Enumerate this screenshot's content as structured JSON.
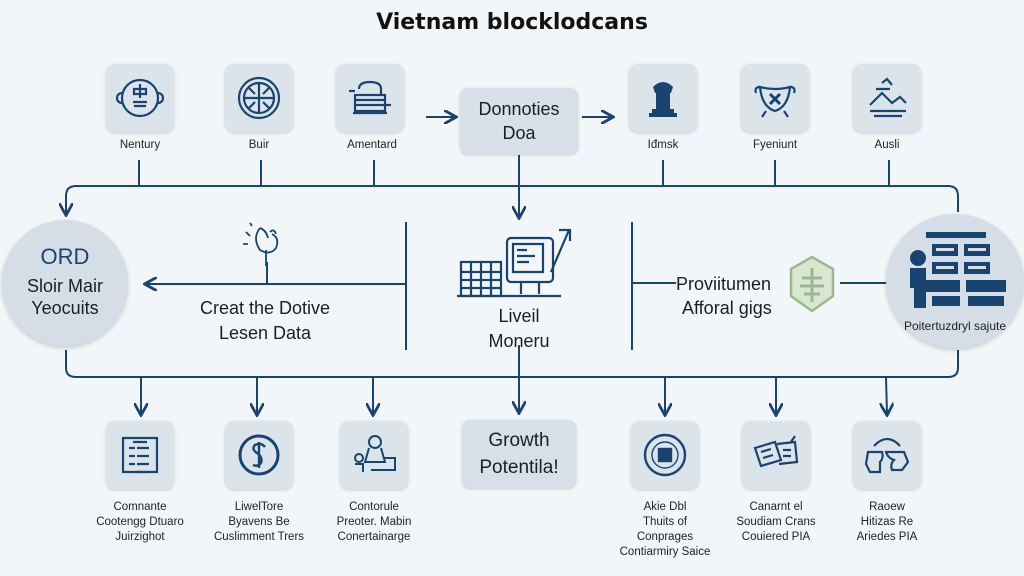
{
  "title": "Vietnam blocklodcans",
  "colors": {
    "line": "#1a4470",
    "tile_bg": "#dce4eb",
    "background": "#f3f6f9",
    "badge_green": "#9bb890"
  },
  "top_row": [
    {
      "label": "Nentury",
      "icon": "face-glyph-icon"
    },
    {
      "label": "Buir",
      "icon": "globe-grid-icon"
    },
    {
      "label": "Amentard",
      "icon": "machine-icon"
    },
    {
      "label": "Iđmsk",
      "icon": "pillar-emblem-icon"
    },
    {
      "label": "Fyeniunt",
      "icon": "pot-icon"
    },
    {
      "label": "Ausli",
      "icon": "landscape-icon"
    }
  ],
  "center_top_box": {
    "line1": "Donnoties",
    "line2": "Doa"
  },
  "left_circle": {
    "line1": "ORD",
    "line2": "Sloir Mair",
    "line3": "Yeocuits"
  },
  "left_mid": {
    "line1": "Creat the Dotive",
    "line2": "Lesen Data",
    "icon": "hand-sketch-icon"
  },
  "center_mid": {
    "line1": "Liveil",
    "line2": "Moneru",
    "icon": "computer-chart-icon"
  },
  "right_mid": {
    "line1": "Proviitumen",
    "line2": "Afforal gigs",
    "icon": "shield-badge-icon"
  },
  "right_circle": {
    "label": "Poitertuzdryl sajute",
    "icon": "person-board-icon"
  },
  "center_bottom_box": {
    "line1": "Growth",
    "line2": "Potentila!"
  },
  "bottom_row": [
    {
      "lines": [
        "Comnante",
        "Cootengg Dtuaro",
        "Juirzighot"
      ],
      "icon": "document-list-icon"
    },
    {
      "lines": [
        "LiwelTore",
        "Byavens Be",
        "Cuslimment Trers"
      ],
      "icon": "coin-icon"
    },
    {
      "lines": [
        "Contorule",
        "Preoter. Mabin",
        "Conertainarge"
      ],
      "icon": "people-scene-icon"
    },
    {
      "lines": [
        "Akie Dbl",
        "Thuits of",
        "Conprages",
        "Contiarmiry Saice"
      ],
      "icon": "seal-icon"
    },
    {
      "lines": [
        "Canarnt el",
        "Soudiam Crans",
        "Couiered PIA"
      ],
      "icon": "cards-icon"
    },
    {
      "lines": [
        "Raoew",
        "Hitizas Re",
        "Ariedes PIA"
      ],
      "icon": "puzzle-icon"
    }
  ]
}
